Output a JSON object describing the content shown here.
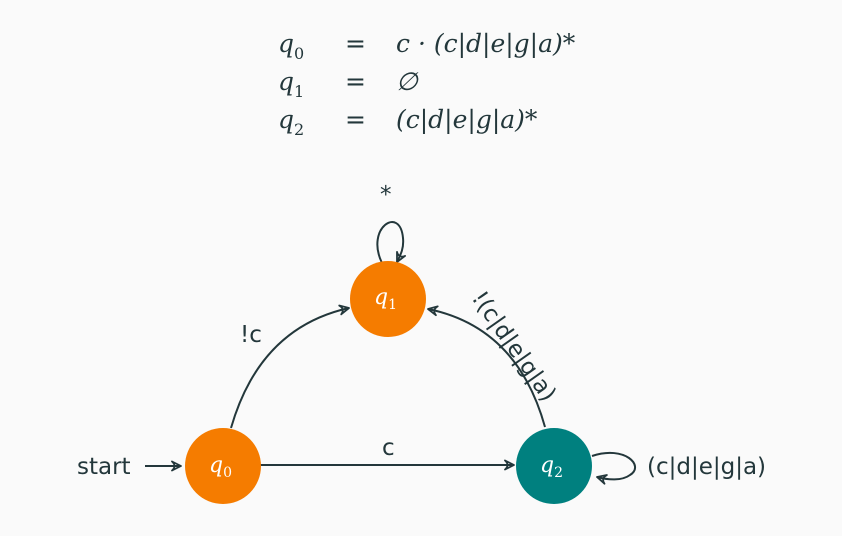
{
  "equations": [
    {
      "lhs": "q",
      "lhs_sub": "0",
      "op": "=",
      "rhs": "c · (c|d|e|g|a)*"
    },
    {
      "lhs": "q",
      "lhs_sub": "1",
      "op": "=",
      "rhs": "∅"
    },
    {
      "lhs": "q",
      "lhs_sub": "2",
      "op": "=",
      "rhs": "(c|d|e|g|a)*"
    }
  ],
  "states": [
    {
      "id": "q0",
      "label": "q",
      "sub": "0",
      "color": "#f57c00"
    },
    {
      "id": "q1",
      "label": "q",
      "sub": "1",
      "color": "#f57c00"
    },
    {
      "id": "q2",
      "label": "q",
      "sub": "2",
      "color": "#00807f"
    }
  ],
  "edges": {
    "start": "start",
    "q0_q1": "!c",
    "q0_q2": "c",
    "q2_q1": "!(c|d|e|g|a)",
    "q1_self": "*",
    "q2_self": "(c|d|e|g|a)"
  },
  "colors": {
    "ink": "#23373b",
    "orange": "#f57c00",
    "teal": "#00807f",
    "background": "#fafafa"
  }
}
